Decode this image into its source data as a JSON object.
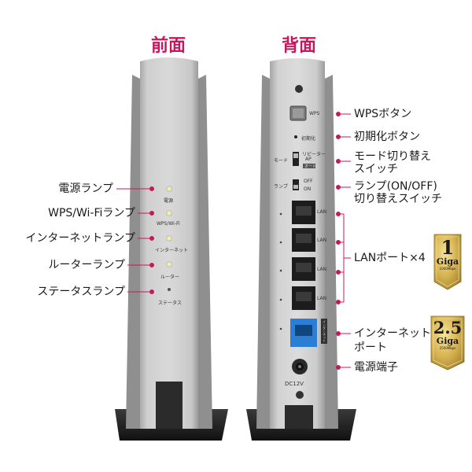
{
  "headings": {
    "front": "前面",
    "back": "背面"
  },
  "front_labels": {
    "power_lamp": "電源ランプ",
    "wps_wifi_lamp": "WPS/Wi-Fiランプ",
    "internet_lamp": "インターネットランプ",
    "router_lamp": "ルーターランプ",
    "status_lamp": "ステータスランプ"
  },
  "front_panel_text": {
    "power": "電源",
    "wps_wifi": "WPS/Wi-Fi",
    "internet": "インターネット",
    "router": "ルーター",
    "status": "ステータス"
  },
  "back_labels": {
    "wps_button": "WPSボタン",
    "reset_button": "初期化ボタン",
    "mode_switch_1": "モード切り替え",
    "mode_switch_2": "スイッチ",
    "lamp_switch_1": "ランプ(ON/OFF)",
    "lamp_switch_2": "切り替えスイッチ",
    "lan_ports": "LANポート×4",
    "internet_port_1": "インターネット",
    "internet_port_2": "ポート",
    "power_jack": "電源端子"
  },
  "back_panel_text": {
    "wps": "WPS",
    "reset": "初期化",
    "mode": "モード",
    "repeater": "リピーター",
    "ap": "AP",
    "auto": "オート",
    "lamp": "ランプ",
    "off": "OFF",
    "on": "ON",
    "lan": "LAN",
    "internet_vertical": "インターネット",
    "dc": "DC12V"
  },
  "badges": [
    {
      "value": "1",
      "unit": "Giga",
      "speed": "1000Mbps"
    },
    {
      "value": "2.5",
      "unit": "Giga",
      "speed": "2500Mbps"
    }
  ],
  "colors": {
    "accent": "#c8175d",
    "body_silver": "#c9c9c9",
    "body_dark": "#9c9c9c",
    "port_blue": "#2a7fd4",
    "gold": "#caa64a",
    "stand": "#1e1e1e"
  }
}
